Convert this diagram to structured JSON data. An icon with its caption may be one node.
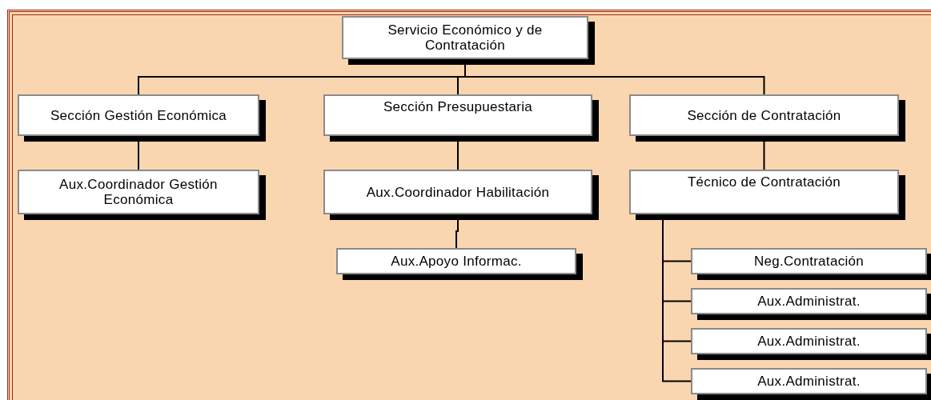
{
  "diagram": {
    "nodes": [
      {
        "text": [
          "Servicio Económico y de Contratación"
        ]
      },
      {
        "text": [
          "Sección Gestión Económica"
        ]
      },
      {
        "text": [
          "Sección Presupuestaria"
        ]
      },
      {
        "text": [
          "Sección de Contratación"
        ]
      },
      {
        "text": [
          "Aux.Coordinador Gestión Económica"
        ]
      },
      {
        "text": [
          "Aux.Coordinador Habilitación"
        ]
      },
      {
        "text": [
          "Técnico de Contratación"
        ]
      },
      {
        "text": [
          "Aux.Apoyo Informac."
        ]
      },
      {
        "text": [
          "Neg.Contratación"
        ]
      },
      {
        "text": [
          "Aux.Administrat."
        ]
      },
      {
        "text": [
          "Aux.Administrat."
        ]
      },
      {
        "text": [
          "Aux.Administrat."
        ]
      }
    ],
    "edges": [
      {
        "from": 0,
        "to": 1,
        "arrow": "none"
      },
      {
        "from": 0,
        "to": 2,
        "arrow": "none"
      },
      {
        "from": 0,
        "to": 3,
        "arrow": "none"
      },
      {
        "from": 1,
        "to": 4,
        "arrow": "none"
      },
      {
        "from": 2,
        "to": 5,
        "arrow": "none"
      },
      {
        "from": 5,
        "to": 7,
        "arrow": "none"
      },
      {
        "from": 3,
        "to": 6,
        "arrow": "none"
      },
      {
        "from": 6,
        "to": 8,
        "arrow": "none"
      },
      {
        "from": 6,
        "to": 9,
        "arrow": "none"
      },
      {
        "from": 6,
        "to": 10,
        "arrow": "none"
      },
      {
        "from": 6,
        "to": 11,
        "arrow": "none"
      }
    ]
  }
}
